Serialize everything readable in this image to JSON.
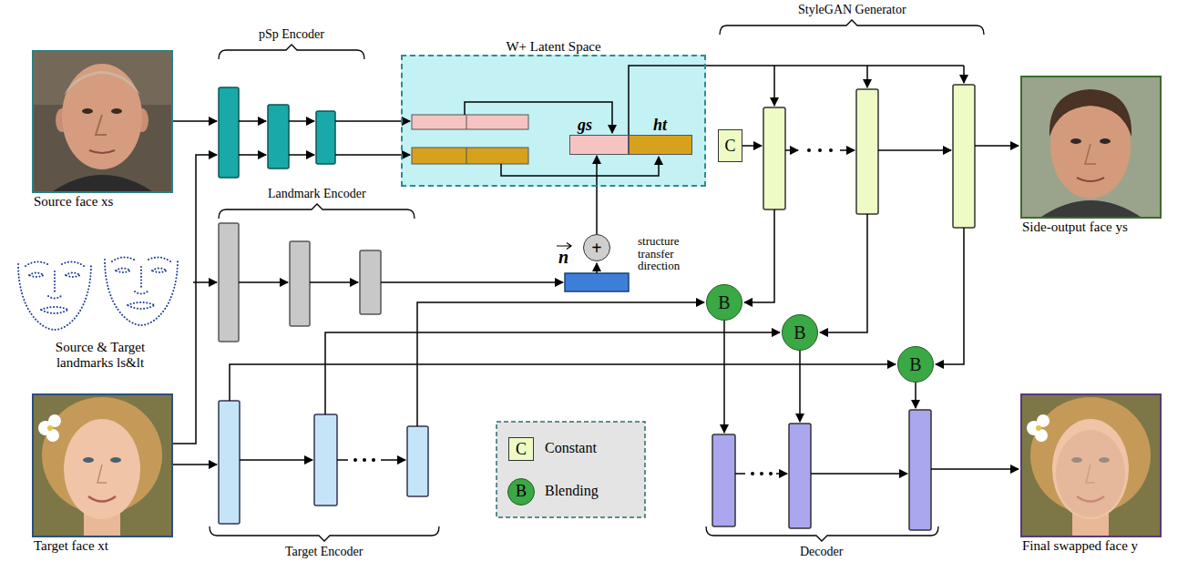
{
  "diagram": {
    "nodes": [
      {
        "text": [
          "Source face xs"
        ]
      },
      {
        "text": [
          "Source & Target landmarks ls&lt"
        ]
      },
      {
        "text": [
          "Target face xt"
        ]
      },
      {
        "text": [
          "W+ Latent Space"
        ]
      },
      {
        "text": [
          "gs"
        ],
        "in": 3
      },
      {
        "text": [
          "ht"
        ],
        "in": 3
      },
      {
        "text": [
          "+"
        ]
      },
      {
        "text": [
          "C"
        ]
      },
      {
        "text": [
          "B"
        ]
      },
      {
        "text": [
          "B"
        ]
      },
      {
        "text": [
          "B"
        ]
      },
      {
        "text": [
          "Side-output face ys"
        ]
      },
      {
        "text": [
          "Final swapped face y"
        ]
      }
    ],
    "edges": [
      {
        "from": 6,
        "to": 4,
        "arrow": "to"
      }
    ],
    "labels": [
      "pSp Encoder",
      "Landmark Encoder",
      "StyleGAN Generator",
      "n",
      "structure transfer direction",
      "Target Encoder",
      "Decoder",
      "C",
      "B"
    ],
    "legend": [
      {
        "text": "Constant",
        "color": "#eefbc4"
      },
      {
        "text": "Blending",
        "color": "#3aa845"
      }
    ]
  }
}
